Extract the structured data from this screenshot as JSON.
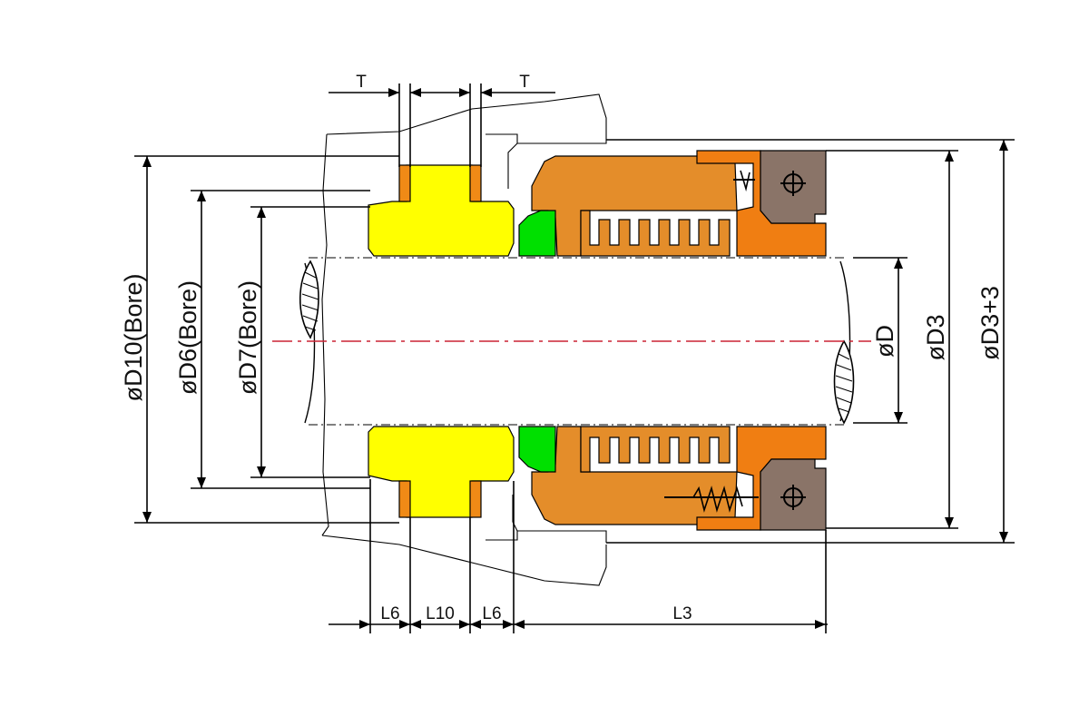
{
  "diagram": {
    "labels": {
      "d10": "øD10(Bore)",
      "d6": "øD6(Bore)",
      "d7": "øD7(Bore)",
      "d": "øD",
      "d3": "øD3",
      "d3plus3": "øD3+3",
      "t_left": "T",
      "t_right": "T",
      "l6_left": "L6",
      "l10": "L10",
      "l6_right": "L6",
      "l3": "L3"
    },
    "colors": {
      "seat": "#ffff00",
      "seat_gasket": "#f08a16",
      "face": "#00e000",
      "bellows_housing": "#e48d2a",
      "retainer": "#f07e12",
      "drive_collar": "#8a7468",
      "centerline": "#cc2233",
      "lines": "#000000"
    }
  }
}
